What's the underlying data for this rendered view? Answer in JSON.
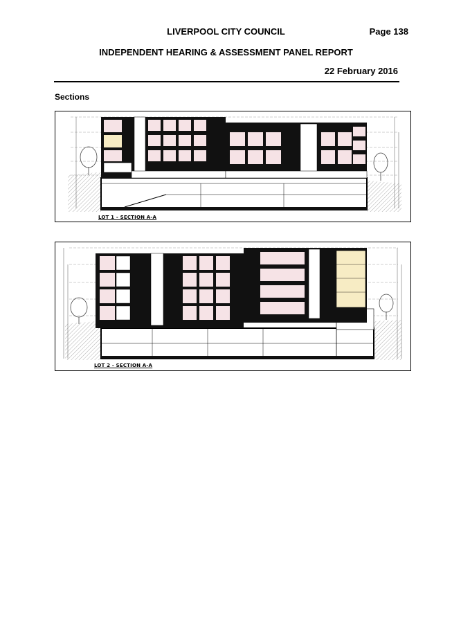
{
  "header": {
    "council": "LIVERPOOL CITY COUNCIL",
    "page": "Page 138",
    "report_title": "INDEPENDENT HEARING & ASSESSMENT PANEL REPORT",
    "date": "22 February 2016"
  },
  "section": {
    "heading": "Sections"
  },
  "drawings": [
    {
      "caption": "LOT 1 - SECTION A-A"
    },
    {
      "caption": "LOT 2 - SECTION A-A"
    }
  ],
  "colors": {
    "ink": "#000000",
    "wall_fill": "#111111",
    "unit_pink": "#f6e3e6",
    "unit_cream": "#f7ecc4",
    "hatch": "#9a9a9a",
    "dim_line": "#555555"
  }
}
